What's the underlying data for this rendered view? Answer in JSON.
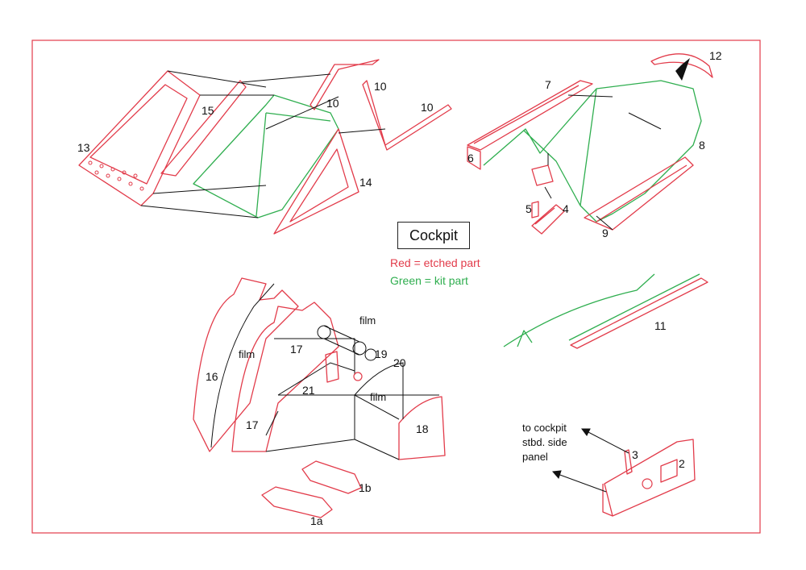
{
  "title": "Cockpit",
  "legend": {
    "red": "Red = etched part",
    "green": "Green = kit part",
    "red_color": "#e23b4a",
    "green_color": "#2fae4f"
  },
  "frame_color": "#e23b4a",
  "parts": {
    "p1a": "1a",
    "p1b": "1b",
    "p2": "2",
    "p3": "3",
    "p4": "4",
    "p5": "5",
    "p6": "6",
    "p7": "7",
    "p8": "8",
    "p9": "9",
    "p10": "10",
    "p11": "11",
    "p12": "12",
    "p13": "13",
    "p14": "14",
    "p15": "15",
    "p16": "16",
    "p17": "17",
    "p18": "18",
    "p19": "19",
    "p20": "20",
    "p21": "21"
  },
  "film": "film",
  "note": {
    "line1": "to cockpit",
    "line2": "stbd. side",
    "line3": "panel"
  }
}
